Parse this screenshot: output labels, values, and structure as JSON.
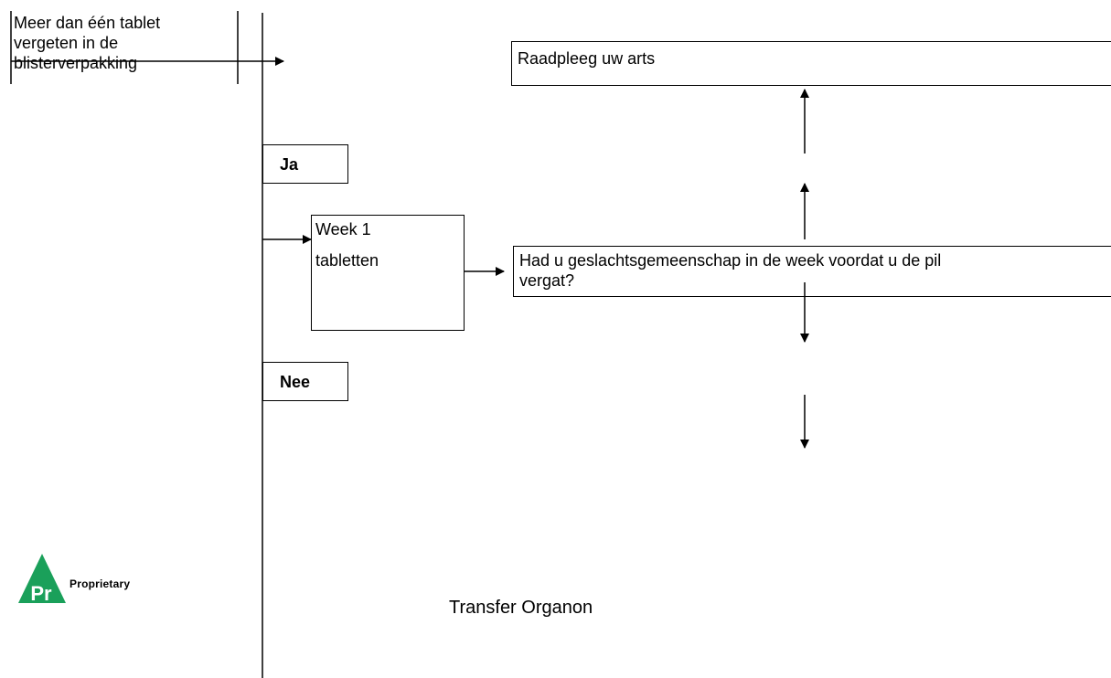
{
  "boxes": {
    "start": "Meer dan één tablet vergeten in de blisterverpakking",
    "start_lines": [
      "Meer dan één tablet",
      "vergeten in de",
      "blisterverpakking"
    ],
    "consult": "Raadpleeg uw arts",
    "yes": "Ja",
    "no": "Nee",
    "week": [
      "Week 1",
      "tabletten"
    ],
    "question": [
      "Had u geslachtsgemeenschap in de week voordat u de pil",
      "vergat?"
    ]
  },
  "logo": {
    "mark": "Pr",
    "word": "Proprietary",
    "color": "#1aa05a"
  },
  "footer": {
    "text": "Transfer Organon"
  }
}
